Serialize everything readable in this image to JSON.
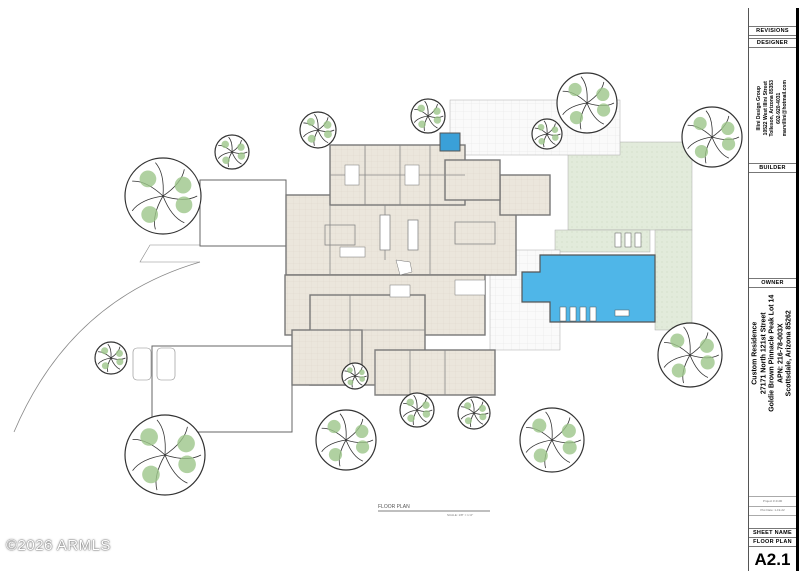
{
  "watermark": "©2026 ARMLS",
  "plan": {
    "title": "FLOOR PLAN",
    "scale": "SCALE: 1/8\" = 1'-0\"",
    "colors": {
      "floor_tile": "#e9e4da",
      "pool_water": "#4fb6e8",
      "lawn": "#dfe9d8",
      "tree_green": "#9cc58a",
      "walls": "#777777"
    }
  },
  "title_block": {
    "revisions_label": "REVISIONS",
    "designer_label": "DESIGNER",
    "designer": {
      "name": "Illini Design Group",
      "street": "10522 West Illini Street",
      "city": "Tolleson, Arizona 85353",
      "phone": "602-920-4031",
      "email": "marvillini@hotmail.com"
    },
    "builder_label": "BUILDER",
    "owner_label": "OWNER",
    "owner": {
      "project": "Custom Residence",
      "street": "27171 North 121st Street",
      "lot": "Goldie Brown Pinnacle Peak Lot 14",
      "apn": "APN: 216-78-003X",
      "city": "Scottsdale, Arizona 85262"
    },
    "project_number": "Project # 2100",
    "plot_date": "Plot Date: 1-19-22",
    "sheet_name_label": "SHEET NAME",
    "sheet_name": "FLOOR PLAN",
    "sheet_number": "A2.1"
  }
}
